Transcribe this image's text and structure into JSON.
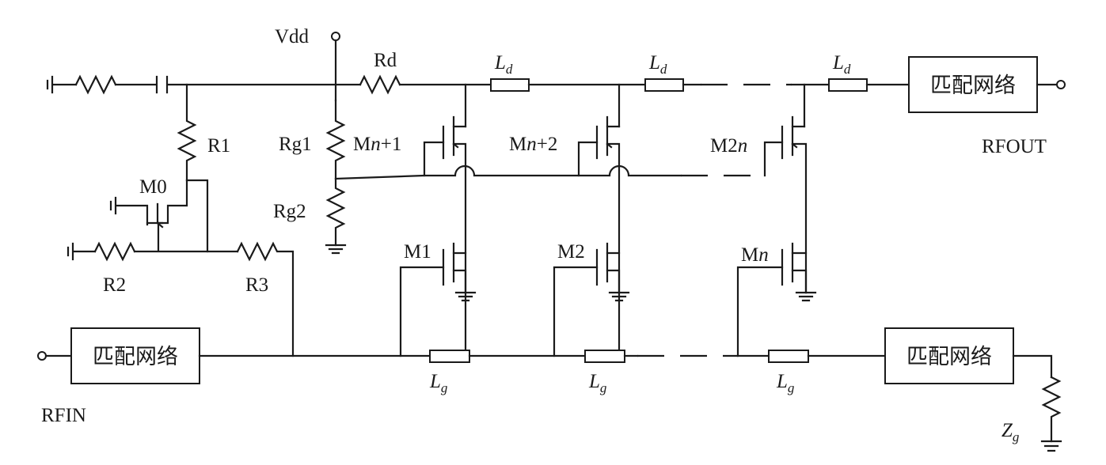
{
  "labels": {
    "vdd": "Vdd",
    "rd": "Rd",
    "r1": "R1",
    "r2": "R2",
    "r3": "R3",
    "rg1": "Rg1",
    "rg2": "Rg2",
    "m0": "M0",
    "m1": "M1",
    "m2": "M2",
    "mn_prefix": "M",
    "n": "n",
    "mn1_suffix": "+1",
    "mn2_suffix": "+2",
    "m2n_prefix": "M2",
    "rfin": "RFIN",
    "rfout": "RFOUT",
    "l": "L",
    "d": "d",
    "g": "g",
    "z": "Z"
  },
  "blocks": {
    "matching_network": "匹配网络"
  }
}
